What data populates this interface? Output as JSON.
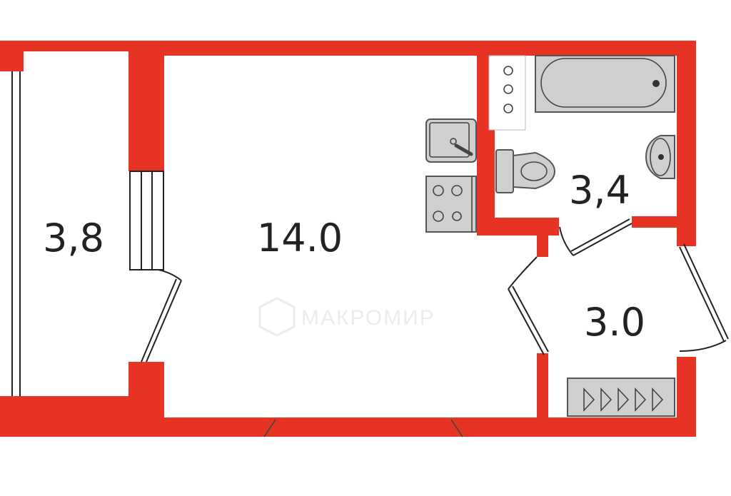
{
  "plan": {
    "rooms": [
      {
        "id": "balcony",
        "area": "3,8"
      },
      {
        "id": "living-room",
        "area": "14.0"
      },
      {
        "id": "bathroom",
        "area": "3,4"
      },
      {
        "id": "hallway",
        "area": "3.0"
      }
    ],
    "watermark": "МАКРОМИР",
    "colors": {
      "wall": "#e63323",
      "fixture": "#cfcfcf",
      "text": "#222222"
    }
  }
}
